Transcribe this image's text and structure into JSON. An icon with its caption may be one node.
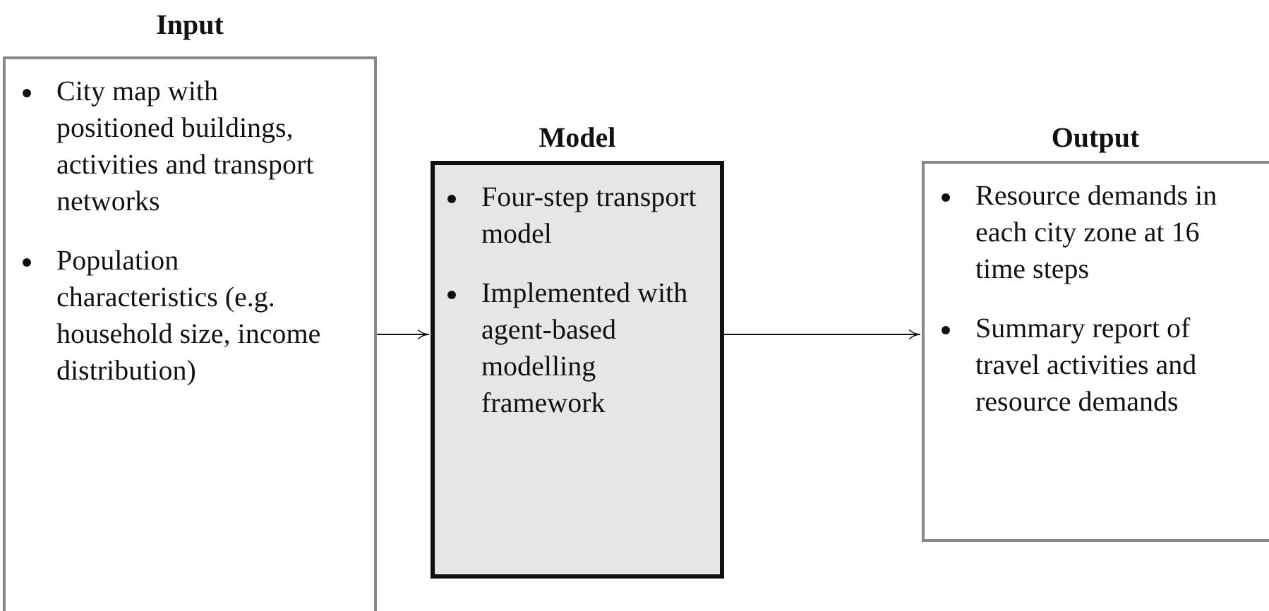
{
  "diagram": {
    "nodes": [
      {
        "text": [
          "Input",
          "City map with positioned buildings, activities and transport networks",
          "Population characteristics (e.g. household size, income distribution)"
        ]
      },
      {
        "text": [
          "Model",
          "Four-step transport model",
          "Implemented with agent-based modelling framework"
        ]
      },
      {
        "text": [
          "Output",
          "Resource demands in each city zone at 16 time steps",
          "Summary report of travel activities and resource demands"
        ]
      }
    ],
    "edges": [
      {
        "from": 0,
        "to": 1,
        "arrow": "to"
      },
      {
        "from": 1,
        "to": 2,
        "arrow": "to"
      }
    ]
  }
}
